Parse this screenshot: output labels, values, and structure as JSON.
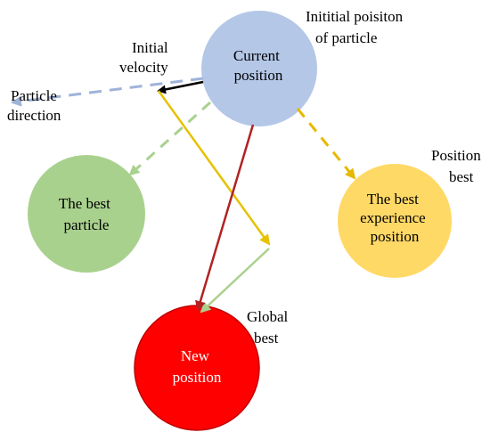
{
  "nodes": {
    "current": {
      "lines": [
        "Current",
        "position"
      ],
      "color": "#b4c7e7"
    },
    "best_particle": {
      "lines": [
        "The best",
        "particle"
      ],
      "color": "#a9d18e"
    },
    "best_experience": {
      "lines": [
        "The best",
        "experience",
        "position"
      ],
      "color": "#ffd966"
    },
    "new_position": {
      "lines": [
        "New",
        "position"
      ],
      "color": "#ff0000"
    }
  },
  "labels": {
    "initial_position": [
      "Inititial poisiton",
      "of particle"
    ],
    "initial_velocity": [
      "Initial",
      "velocity"
    ],
    "particle_direction": [
      "Particle",
      "direction"
    ],
    "position_best": [
      "Position",
      "best"
    ],
    "global_best": [
      "Global",
      "best"
    ]
  },
  "colors": {
    "dashed_blue": "#9fb3d9",
    "dashed_green": "#a9d18e",
    "dashed_yellow": "#e6b800",
    "arrow_black": "#000000",
    "arrow_gold": "#e6c200",
    "arrow_darkred": "#b22222",
    "arrow_green": "#a9d18e"
  }
}
